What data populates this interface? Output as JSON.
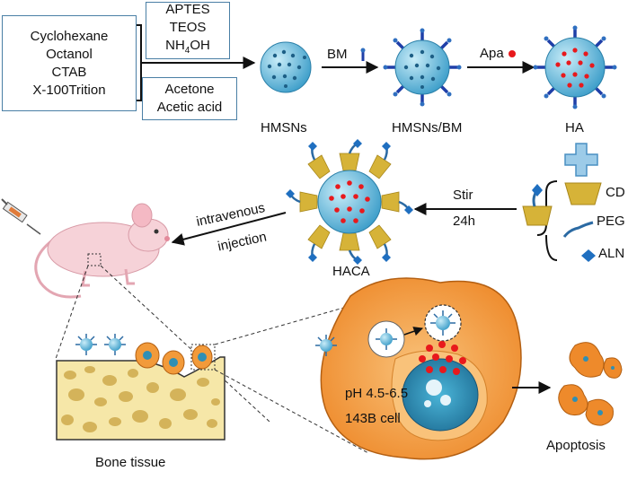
{
  "reagents_box": [
    "Cyclohexane",
    "Octanol",
    "CTAB",
    "X-100Trition"
  ],
  "silica_box": {
    "line1": "APTES",
    "line2": "TEOS",
    "line3_base": "NH",
    "line3_sub": "4",
    "line3_tail": "OH"
  },
  "solvent_box": [
    "Acetone",
    "Acetic acid"
  ],
  "particles": {
    "hmsns": "HMSNs",
    "hmsns_bm": "HMSNs/BM",
    "ha": "HA",
    "haca": "HACA"
  },
  "arrows": {
    "bm": "BM",
    "apa": "Apa",
    "stir": "Stir",
    "time": "24h",
    "inj1": "intravenous",
    "inj2": "injection"
  },
  "legend": {
    "cd": "CD",
    "peg": "PEG",
    "aln": "ALN"
  },
  "cell": {
    "ph": "pH 4.5-6.5",
    "name": "143B  cell"
  },
  "labels": {
    "bone": "Bone tissue",
    "apoptosis": "Apoptosis"
  },
  "colors": {
    "box_border": "#4a7fa5",
    "nanoparticle": "#7fc6e3",
    "cargo": "#e8191c",
    "bm_marker": "#1f3fa8",
    "cd": "#d6b338",
    "peg": "#2b6aa3",
    "cell": "#f29a3a",
    "nucleus": "#2f8fb5",
    "bone": "#f6e7a8",
    "mouse": "#f6d2d8"
  },
  "icons": [
    "nanoparticle-icon",
    "mouse-icon",
    "syringe-icon",
    "cell-icon",
    "bone-tissue-icon",
    "plus-icon",
    "apoptotic-cell-icon"
  ]
}
